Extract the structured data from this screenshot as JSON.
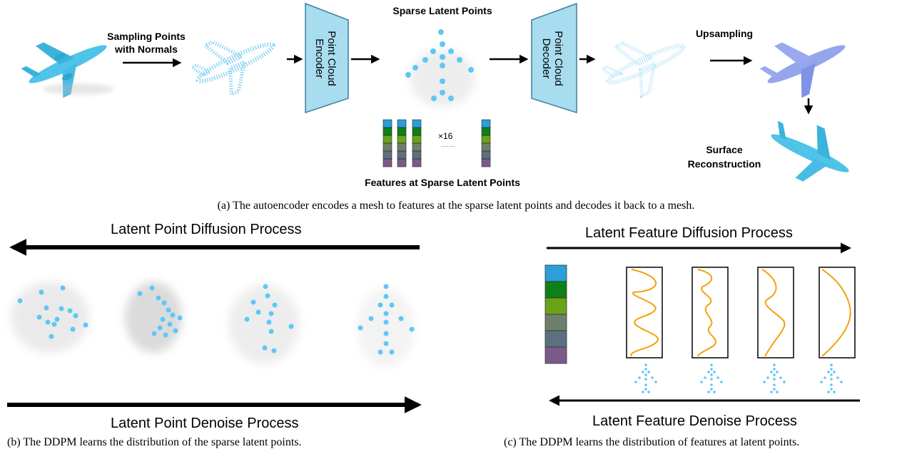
{
  "panel_a": {
    "sampling_label": "Sampling Points with Normals",
    "encoder_label": "Point Cloud Encoder",
    "sparse_latent_label": "Sparse Latent Points",
    "decoder_label": "Point Cloud Decoder",
    "upsampling_label": "Upsampling",
    "surface_label": "Surface Reconstruction",
    "multiplier_label": "×16",
    "ellipsis": "……",
    "features_label": "Features at Sparse Latent Points",
    "caption": "(a) The autoencoder encodes a mesh to features at the sparse latent points and decodes it back to a mesh."
  },
  "panel_b": {
    "top_label": "Latent Point Diffusion Process",
    "bottom_label": "Latent Point Denoise Process",
    "caption": "(b) The DDPM learns the distribution of the sparse latent points."
  },
  "panel_c": {
    "top_label": "Latent Feature Diffusion Process",
    "bottom_label": "Latent Feature Denoise Process",
    "caption": "(c) The DDPM learns the distribution of features at latent points."
  },
  "colors": {
    "mesh_blue": "#4fc3e8",
    "point_blue": "#5ec8f5",
    "trapezoid_fill": "#a8dcef",
    "curve_orange": "#f5a00f",
    "feature_stack": [
      "#2a9fd8",
      "#0f7f1a",
      "#6aa31a",
      "#6e806a",
      "#5d7080",
      "#7a5b88"
    ]
  }
}
